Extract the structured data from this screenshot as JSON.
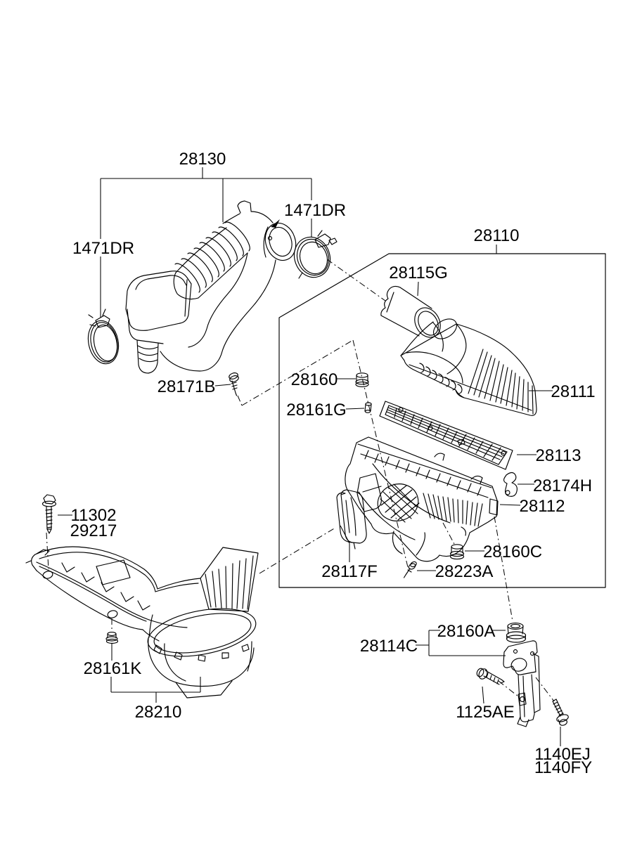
{
  "diagram": {
    "background_color": "#ffffff",
    "line_color": "#000000",
    "labels": {
      "l28130": "28130",
      "l1471dr_left": "1471DR",
      "l1471dr_right": "1471DR",
      "l28110": "28110",
      "l28115g": "28115G",
      "l28111": "28111",
      "l28171b": "28171B",
      "l28160": "28160",
      "l28161g": "28161G",
      "l28113": "28113",
      "l28174h": "28174H",
      "l28112": "28112",
      "l11302": "11302",
      "l29217": "29217",
      "l28160c": "28160C",
      "l28117f": "28117F",
      "l28223a": "28223A",
      "l28160a": "28160A",
      "l28114c": "28114C",
      "l28161k": "28161K",
      "l28210": "28210",
      "l1125ae": "1125AE",
      "l1140ej": "1140EJ",
      "l1140fy": "1140FY"
    }
  }
}
